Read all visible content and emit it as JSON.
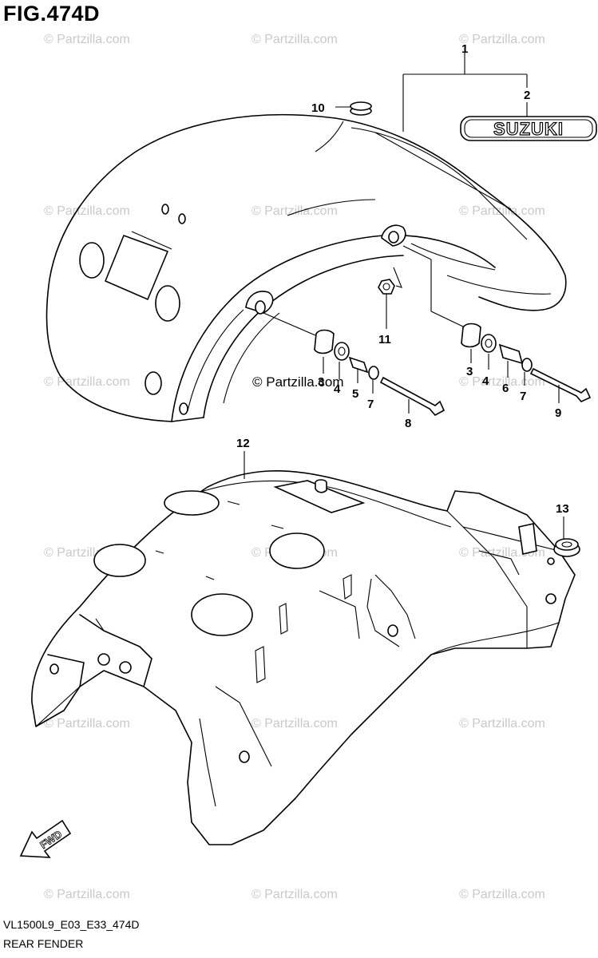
{
  "figure": {
    "title": "FIG.474D",
    "code": "VL1500L9_E03_E33_474D",
    "name": "REAR FENDER"
  },
  "watermark": {
    "text": "© Partzilla.com",
    "center_text": "© Partzilla.com"
  },
  "emblem": {
    "text": "SUZUKI"
  },
  "fwd_arrow": {
    "text": "FWD"
  },
  "callouts": {
    "c1": "1",
    "c2": "2",
    "c3a": "3",
    "c3b": "3",
    "c4a": "4",
    "c4b": "4",
    "c5": "5",
    "c6": "6",
    "c7a": "7",
    "c7b": "7",
    "c8": "8",
    "c9": "9",
    "c10": "10",
    "c11": "11",
    "c12": "12",
    "c13": "13"
  },
  "colors": {
    "line": "#000000",
    "watermark": "#c9c9c9",
    "background": "#ffffff"
  }
}
